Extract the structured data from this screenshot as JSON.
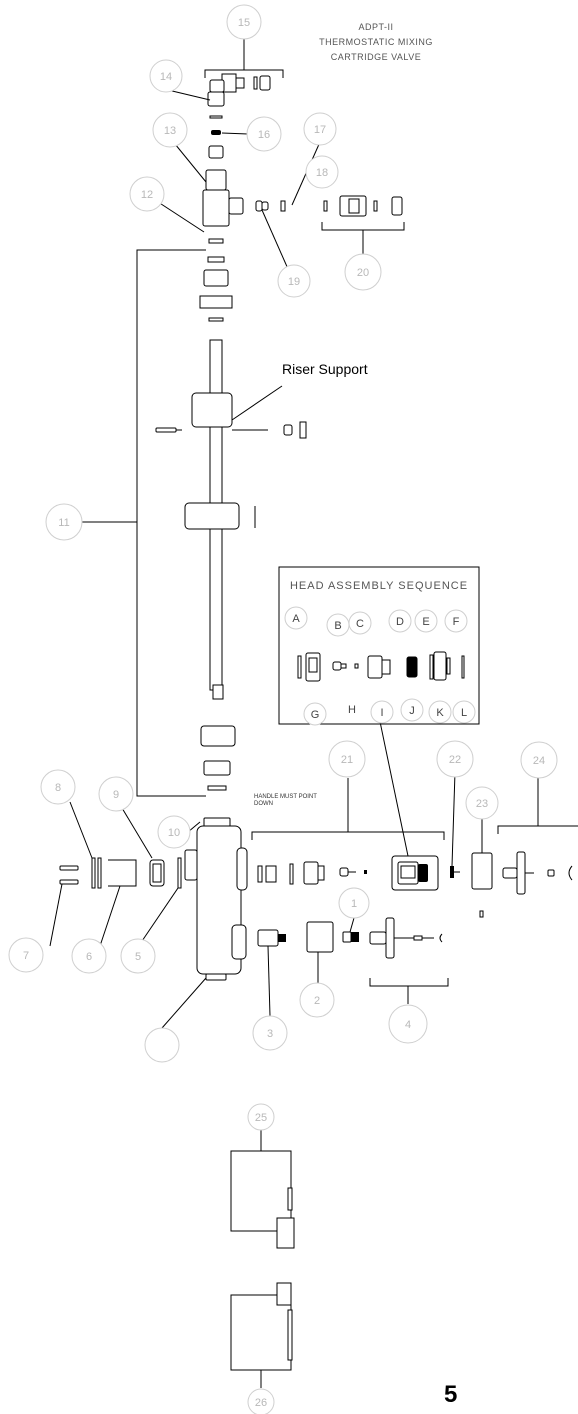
{
  "title_lines": [
    "ADPT-II",
    "THERMOSTATIC MIXING",
    "CARTRIDGE VALVE"
  ],
  "riser_support_label": "Riser Support",
  "head_assembly_title": "HEAD ASSEMBLY SEQUENCE",
  "riser_note": "HANDLE MUST POINT DOWN",
  "page_number": "5",
  "callouts": [
    "15",
    "14",
    "16",
    "13",
    "17",
    "18",
    "12",
    "19",
    "20",
    "11",
    "21",
    "22",
    "23",
    "24",
    "8",
    "9",
    "10",
    "7",
    "6",
    "5",
    "1",
    "2",
    "3",
    "4",
    "25",
    "26"
  ],
  "head_letters": [
    "A",
    "B",
    "C",
    "D",
    "E",
    "F",
    "G",
    "H",
    "I",
    "J",
    "K",
    "L"
  ]
}
